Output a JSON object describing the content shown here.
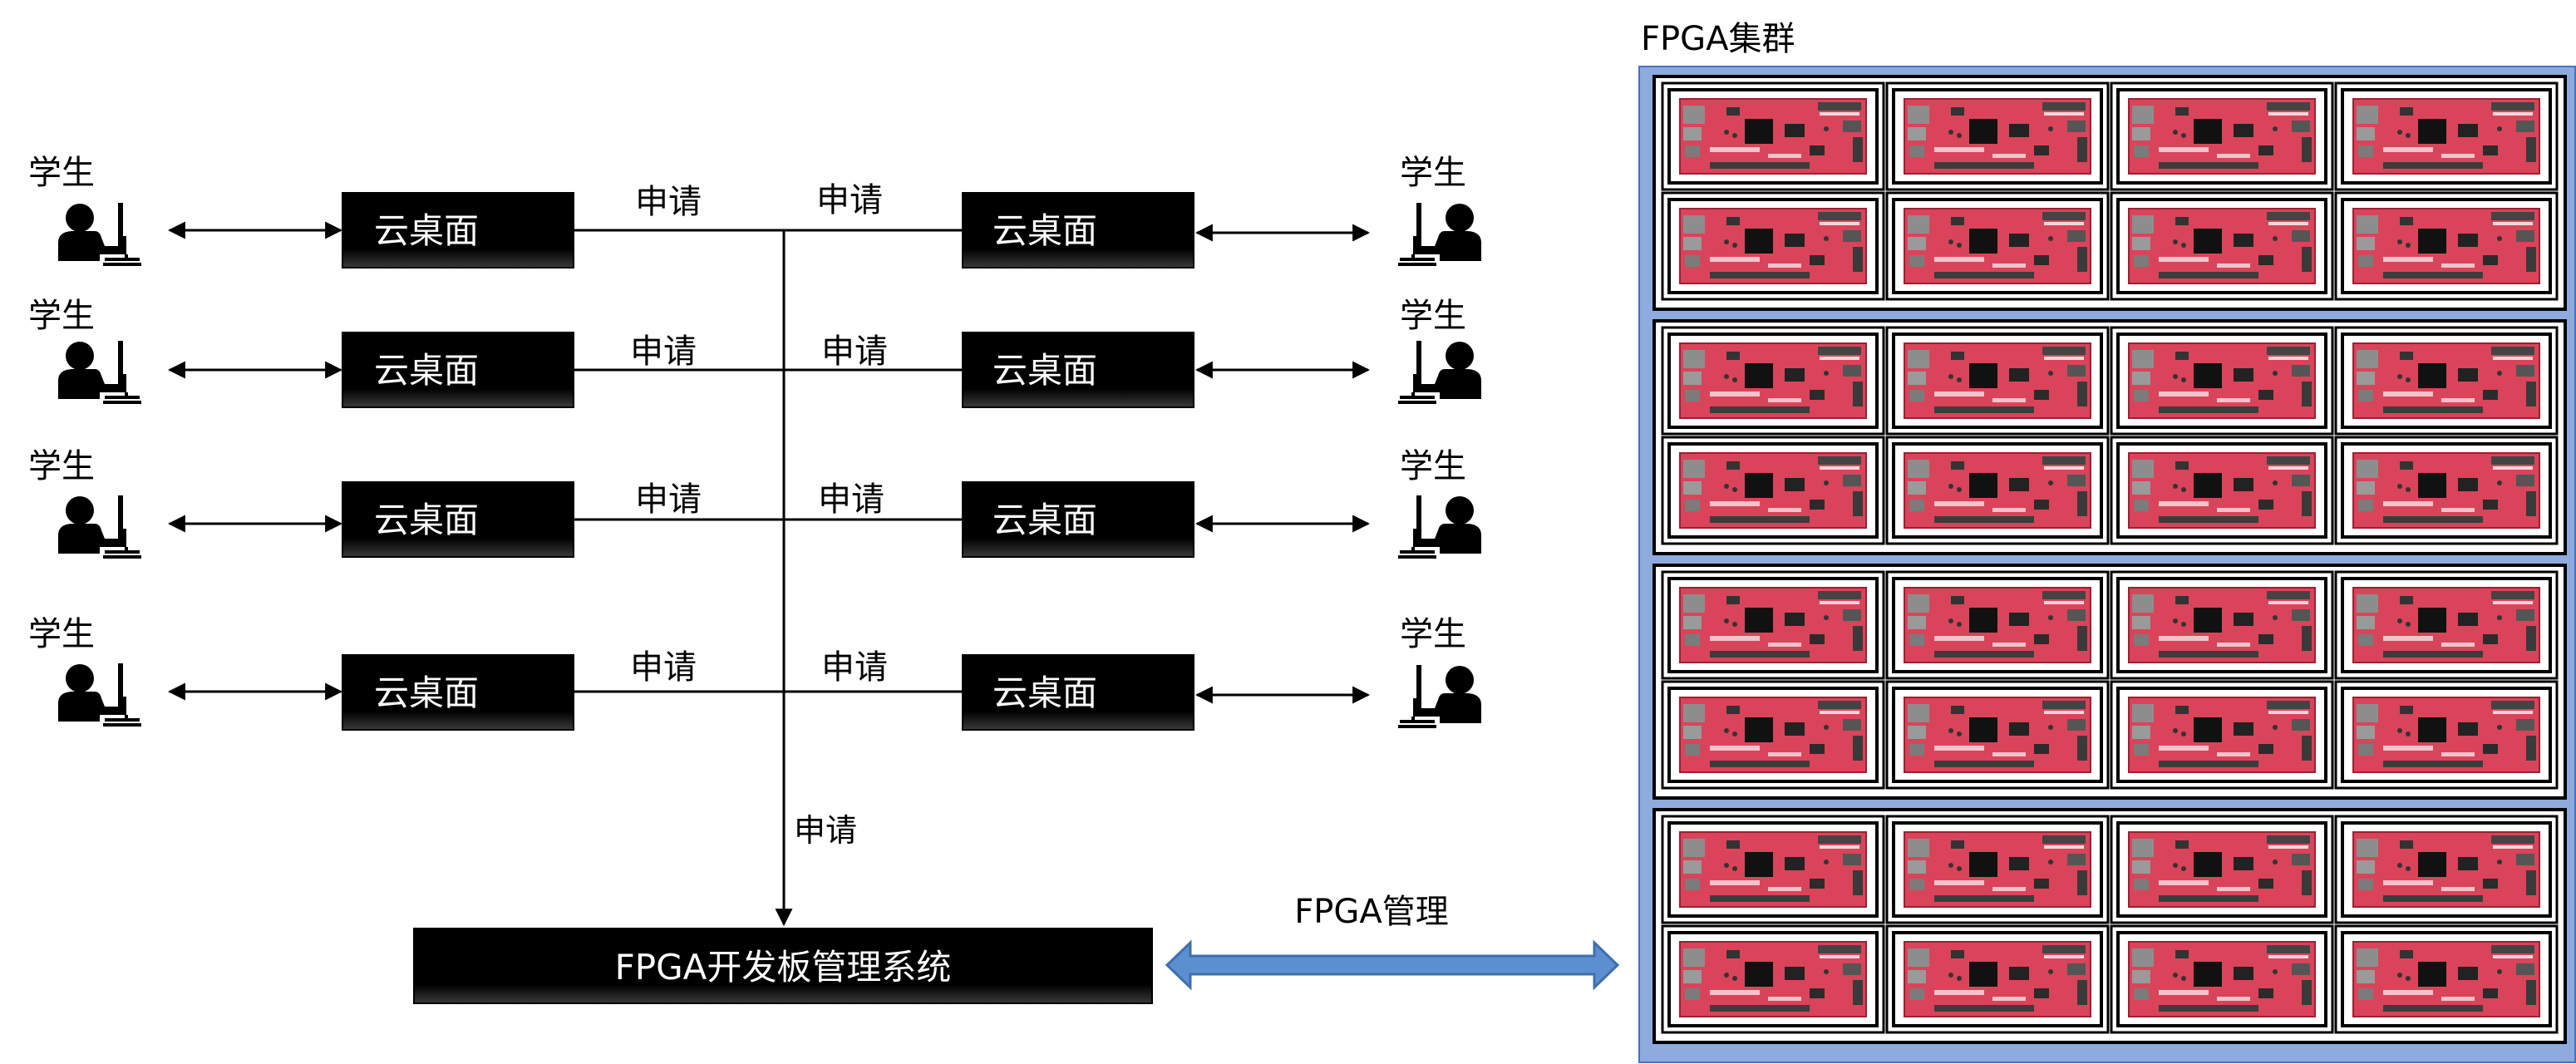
{
  "students": [
    {
      "label": "学生",
      "desktop": "云桌面",
      "request": "申请"
    },
    {
      "label": "学生",
      "desktop": "云桌面",
      "request": "申请"
    },
    {
      "label": "学生",
      "desktop": "云桌面",
      "request": "申请"
    },
    {
      "label": "学生",
      "desktop": "云桌面",
      "request": "申请"
    },
    {
      "label": "学生",
      "desktop": "云桌面",
      "request": "申请"
    },
    {
      "label": "学生",
      "desktop": "云桌面",
      "request": "申请"
    },
    {
      "label": "学生",
      "desktop": "云桌面",
      "request": "申请"
    },
    {
      "label": "学生",
      "desktop": "云桌面",
      "request": "申请"
    }
  ],
  "trunk_request": "申请",
  "management_system": "FPGA开发板管理系统",
  "management_link": "FPGA管理",
  "cluster": {
    "title": "FPGA集群",
    "groups": 4,
    "rows_per_group": 2,
    "boards_per_row": 4
  },
  "colors": {
    "box": "#000000",
    "box_text": "#ffffff",
    "cluster_bg": "#8faadc",
    "cluster_border": "#4472c4",
    "link_arrow": "#5b8fd0",
    "board": "#d9445a"
  }
}
